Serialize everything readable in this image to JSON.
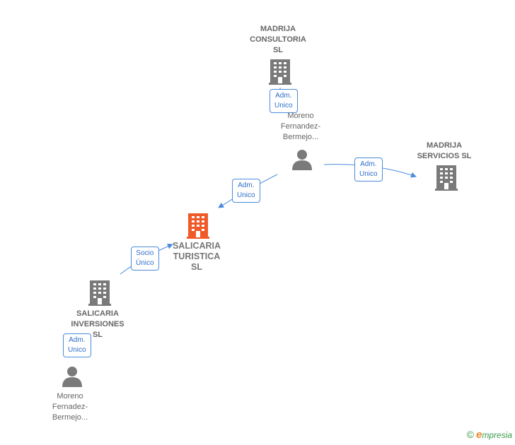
{
  "nodes": {
    "madrija_consultoria": {
      "label": "MADRIJA\nCONSULTORIA\nSL",
      "icon": "building-icon",
      "color": "#7a7a7a"
    },
    "moreno_top": {
      "label": "Moreno\nFernandez-\nBermejo...",
      "icon": "person-icon",
      "color": "#7a7a7a"
    },
    "madrija_servicios": {
      "label": "MADRIJA\nSERVICIOS  SL",
      "icon": "building-icon",
      "color": "#7a7a7a"
    },
    "salicaria_turistica": {
      "label": "SALICARIA\nTURISTICA\nSL",
      "icon": "building-icon",
      "color": "#f05a28"
    },
    "salicaria_inversiones": {
      "label": "SALICARIA\nINVERSIONES\nSL",
      "icon": "building-icon",
      "color": "#7a7a7a"
    },
    "moreno_bottom": {
      "label": "Moreno\nFernadez-\nBermejo...",
      "icon": "person-icon",
      "color": "#7a7a7a"
    }
  },
  "edges": {
    "consultoria_to_moreno": {
      "label": "Adm.\nUnico"
    },
    "moreno_to_servicios": {
      "label": "Adm.\nUnico"
    },
    "moreno_to_turistica": {
      "label": "Adm.\nUnico"
    },
    "inversiones_to_turistica": {
      "label": "Socio\nÚnico"
    },
    "inversiones_to_moreno_bottom": {
      "label": "Adm.\nUnico"
    }
  },
  "footer": {
    "copyright": "©",
    "brand_e": "e",
    "brand_rest": "mpresia"
  },
  "colors": {
    "edge": "#4a8bdc",
    "main": "#f05a28",
    "node": "#7a7a7a"
  }
}
